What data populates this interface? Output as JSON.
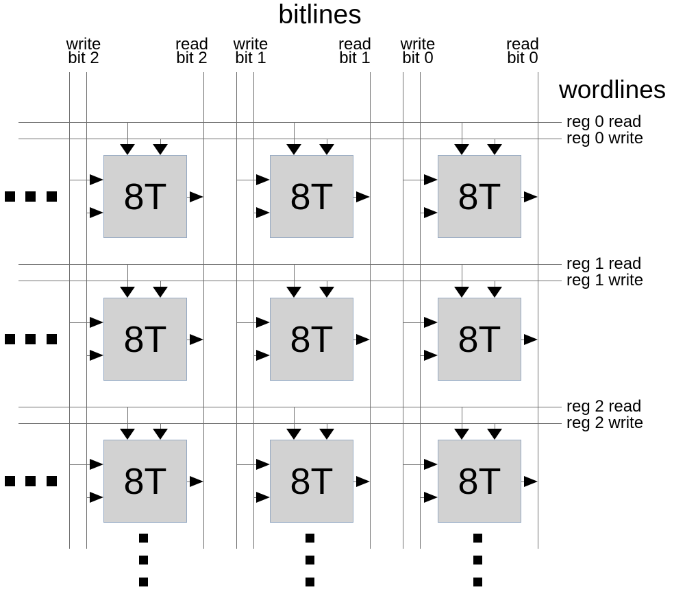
{
  "diagram": {
    "bitlines_title": "bitlines",
    "wordlines_title": "wordlines",
    "cell_label": "8T",
    "grid": {
      "rows": 3,
      "columns": 3
    }
  },
  "bitline_columns": [
    {
      "write_line1": "write",
      "write_line2": "bit 2",
      "read_line1": "read",
      "read_line2": "bit 2"
    },
    {
      "write_line1": "write",
      "write_line2": "bit 1",
      "read_line1": "read",
      "read_line2": "bit 1"
    },
    {
      "write_line1": "write",
      "write_line2": "bit 0",
      "read_line1": "read",
      "read_line2": "bit 0"
    }
  ],
  "wordline_rows": [
    {
      "read_label": "reg 0 read",
      "write_label": "reg 0 write"
    },
    {
      "read_label": "reg 1 read",
      "write_label": "reg 1 write"
    },
    {
      "read_label": "reg 2 read",
      "write_label": "reg 2 write"
    }
  ],
  "colors": {
    "background": "#ffffff",
    "line": "#6e6e6e",
    "arrow": "#000000",
    "text": "#000000",
    "cell_fill": "#d2d2d2",
    "cell_border": "#94a8c2"
  }
}
